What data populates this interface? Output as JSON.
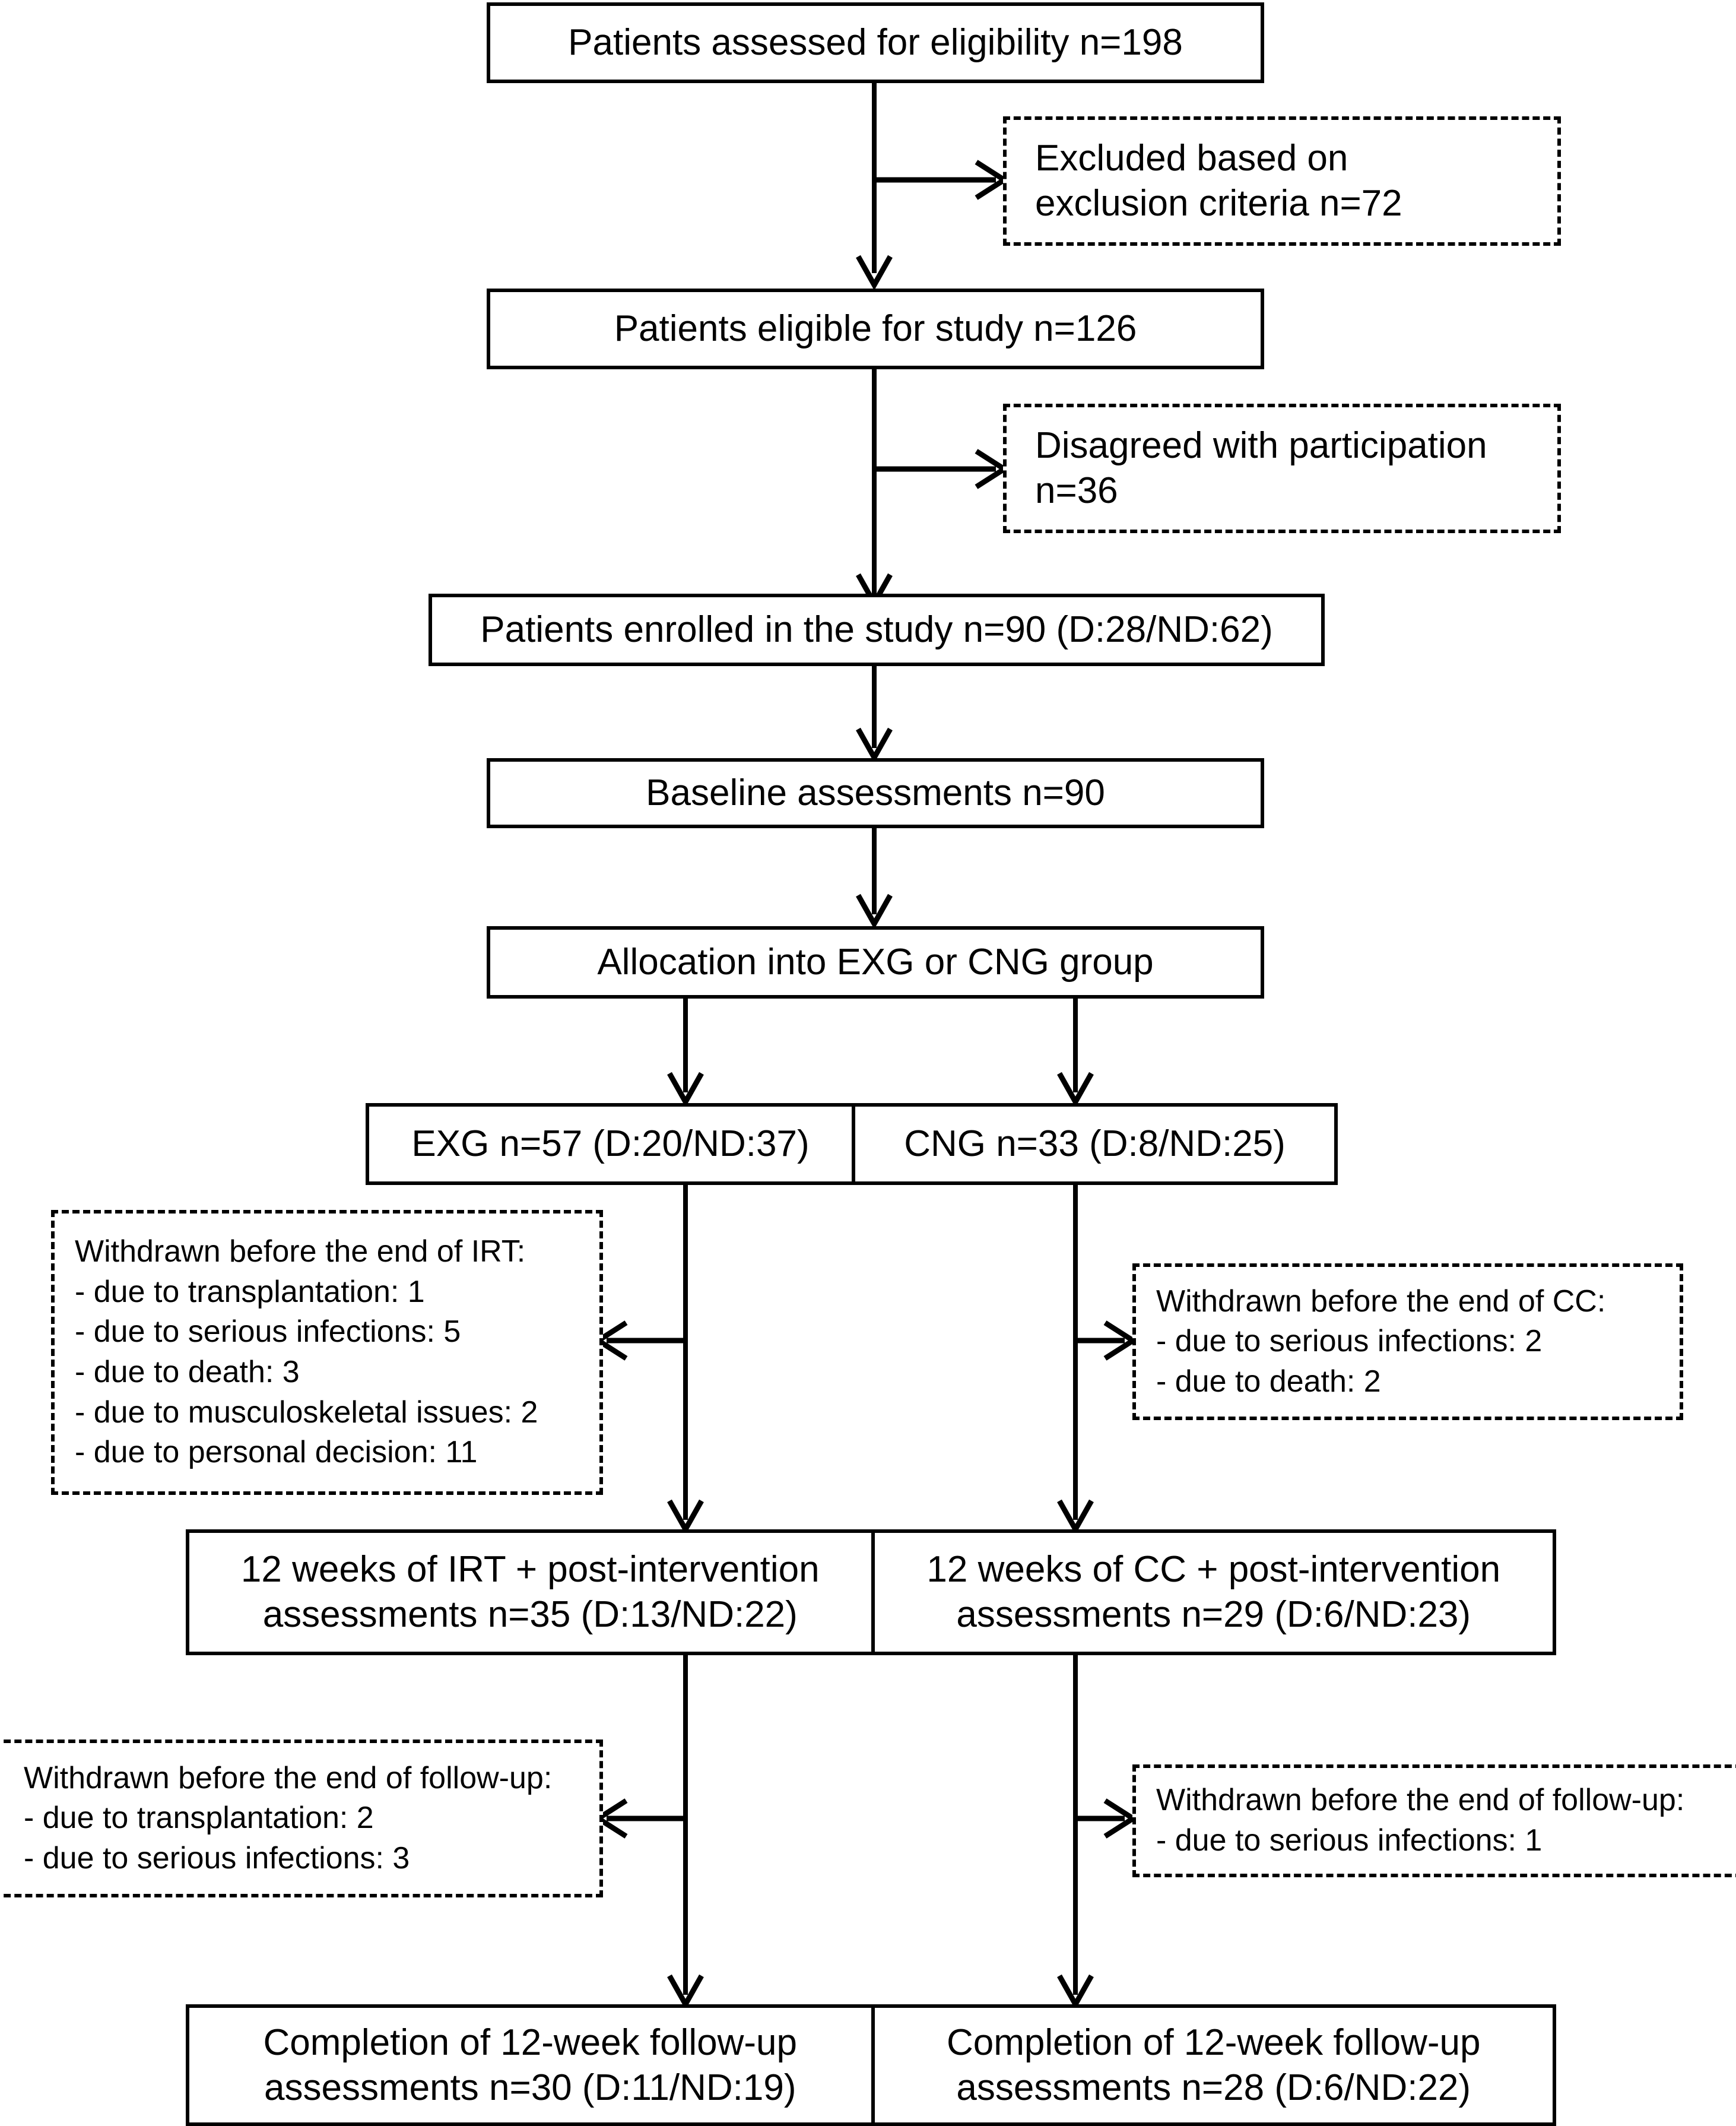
{
  "diagram": {
    "type": "consort-flow-diagram",
    "title": "Patient flow diagram",
    "stroke_color": "#000000",
    "background_color": "#ffffff"
  },
  "nodes": {
    "assessed": {
      "label": "Patients assessed for eligibility n=198"
    },
    "excluded": {
      "label": "Excluded based on\nexclusion criteria n=72"
    },
    "eligible": {
      "label": "Patients eligible for study n=126"
    },
    "disagreed": {
      "label": "Disagreed with participation\nn=36"
    },
    "enrolled": {
      "label": "Patients enrolled in the study n=90 (D:28/ND:62)"
    },
    "baseline": {
      "label": "Baseline assessments n=90"
    },
    "allocation": {
      "label": "Allocation into EXG or CNG group"
    },
    "exg": {
      "label": "EXG n=57 (D:20/ND:37)"
    },
    "cng": {
      "label": "CNG n=33 (D:8/ND:25)"
    },
    "withdrawn_irt": {
      "label": "Withdrawn before the end of IRT:\n- due to transplantation: 1\n- due to serious infections: 5\n- due to death: 3\n- due to musculoskeletal issues: 2\n- due to personal decision: 11"
    },
    "withdrawn_cc": {
      "label": "Withdrawn before the end of CC:\n- due to serious infections: 2\n- due to death: 2"
    },
    "irt_12weeks": {
      "label": "12 weeks of IRT + post-intervention\nassessments n=35 (D:13/ND:22)"
    },
    "cc_12weeks": {
      "label": "12 weeks of CC + post-intervention\nassessments n=29 (D:6/ND:23)"
    },
    "withdrawn_followup_left": {
      "label": "Withdrawn before the end of follow-up:\n- due to transplantation: 2\n- due to serious infections: 3"
    },
    "withdrawn_followup_right": {
      "label": "Withdrawn before the end of follow-up:\n- due to serious infections: 1"
    },
    "completion_exg": {
      "label": "Completion of 12-week follow-up\nassessments n=30 (D:11/ND:19)"
    },
    "completion_cng": {
      "label": "Completion of 12-week follow-up\nassessments n=28 (D:6/ND:22)"
    }
  },
  "counts": {
    "assessed_n": 198,
    "excluded_n": 72,
    "eligible_n": 126,
    "disagreed_n": 36,
    "enrolled_n": 90,
    "enrolled_D": 28,
    "enrolled_ND": 62,
    "baseline_n": 90,
    "exg_n": 57,
    "exg_D": 20,
    "exg_ND": 37,
    "cng_n": 33,
    "cng_D": 8,
    "cng_ND": 25,
    "irt_post_n": 35,
    "irt_post_D": 13,
    "irt_post_ND": 22,
    "cc_post_n": 29,
    "cc_post_D": 6,
    "cc_post_ND": 23,
    "completion_exg_n": 30,
    "completion_exg_D": 11,
    "completion_exg_ND": 19,
    "completion_cng_n": 28,
    "completion_cng_D": 6,
    "completion_cng_ND": 22
  }
}
